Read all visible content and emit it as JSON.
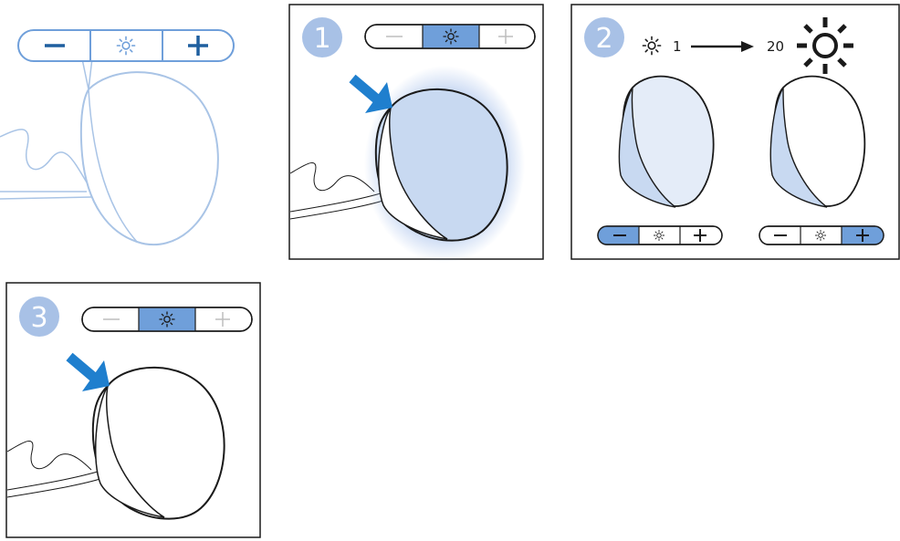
{
  "colors": {
    "outline": "#1a1a1a",
    "light_blue_line": "#a9c4e6",
    "light_blue_fill": "#c8d9f1",
    "pale_fill": "#e4ecf8",
    "button_blue": "#6f9fda",
    "badge_blue": "#a8c1e6",
    "arrow_blue": "#1f7fce",
    "grey_symbol": "#bdbdbd"
  },
  "icons": {
    "minus": "minus-icon",
    "sun_small": "sun-icon",
    "plus": "plus-icon",
    "press_arrow": "arrow-icon",
    "sun_large": "sun-large-icon"
  },
  "panels": [
    {
      "step": "1",
      "highlight": "center"
    },
    {
      "step": "2",
      "brightness_from": "1",
      "brightness_to": "20"
    },
    {
      "step": "3",
      "highlight": "center"
    }
  ]
}
